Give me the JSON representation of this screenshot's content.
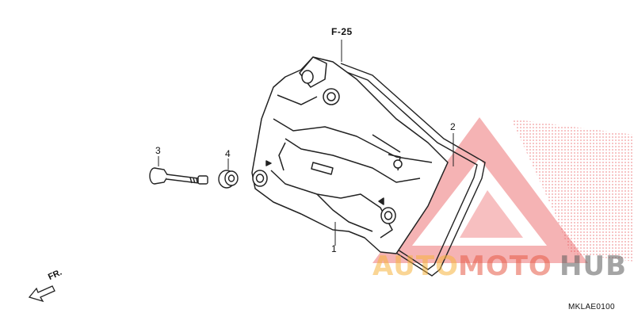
{
  "callouts": {
    "p1": "1",
    "p2": "2",
    "p3": "3",
    "p4": "4"
  },
  "reference": "F-25",
  "direction": "FR.",
  "diagram_code": "MKLAE0100",
  "watermark": {
    "part_a": "AUTO",
    "part_b": "MOTO",
    "part_c": "HUB"
  },
  "colors": {
    "line": "#222222",
    "watermark_red": "#e5484d",
    "watermark_orange": "#f5b23c",
    "watermark_gray": "#5a5a5a"
  },
  "icons": [
    "direction-arrow-icon"
  ]
}
